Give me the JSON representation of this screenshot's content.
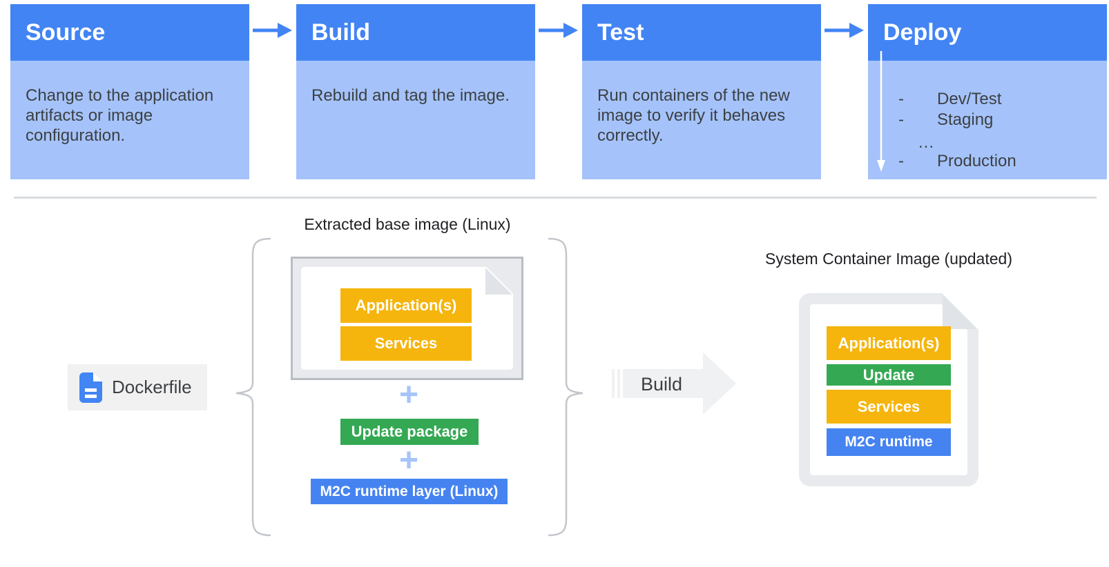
{
  "colors": {
    "header-blue": "#4284F3",
    "body-blue": "#A5C3FA",
    "dark-text": "#3C4043",
    "title-text": "#202124",
    "yellow": "#F5B50D",
    "green": "#34A853",
    "bar-blue": "#4583F1",
    "gray-bg": "#E8EAED",
    "gray-border": "#B9BDC3",
    "chip-bg": "#F1F1F1",
    "arrow-gray": "#F0F1F3",
    "brace": "#C2C6CB",
    "divider": "#D9DBDE",
    "plus-blue": "#A6C4FA",
    "fold": "#E0E3E7",
    "icon-blue": "#4285F4"
  },
  "pipeline": {
    "stages": [
      {
        "title": "Source",
        "description": "Change to the application artifacts or image configuration."
      },
      {
        "title": "Build",
        "description": "Rebuild and tag the image."
      },
      {
        "title": "Test",
        "description": "Run containers of the new image to verify it behaves correctly."
      },
      {
        "title": "Deploy",
        "items": [
          {
            "bullet": "-",
            "label": "Dev/Test"
          },
          {
            "bullet": "-",
            "label": "Staging"
          },
          {
            "bullet": "",
            "label": "..."
          },
          {
            "bullet": "-",
            "label": "Production"
          }
        ]
      }
    ]
  },
  "build_flow": {
    "dockerfile_label": "Dockerfile",
    "extracted_label": "Extracted base image (Linux)",
    "base_image_layers": [
      {
        "label": "Application(s)"
      },
      {
        "label": "Services"
      }
    ],
    "plus_sign": "+",
    "update_package_label": "Update package",
    "runtime_layer_label": "M2C runtime layer (Linux)",
    "build_arrow_label": "Build",
    "result_title": "System Container Image (updated)",
    "result_layers": [
      {
        "label": "Application(s)"
      },
      {
        "label": "Update"
      },
      {
        "label": "Services"
      },
      {
        "label": "M2C runtime"
      }
    ]
  }
}
